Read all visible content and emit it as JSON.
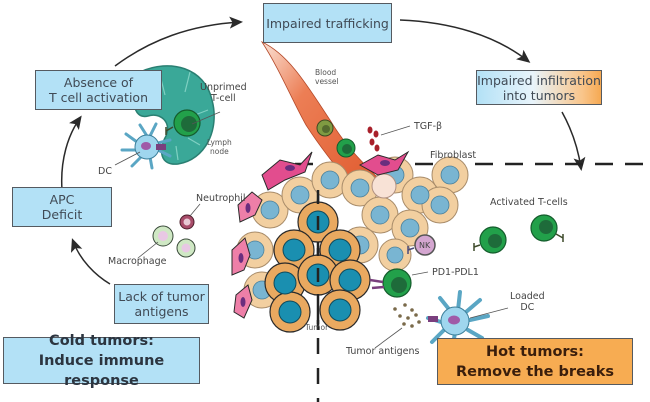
{
  "title": "Cold vs hot tumors: immune cycle breaks",
  "boxes": {
    "impaired_trafficking": "Impaired trafficking",
    "absence_line1": "Absence of",
    "absence_line2": "T cell activation",
    "infiltration_line1": "Impaired infiltration",
    "infiltration_line2": "into tumors",
    "apc_line1": "APC",
    "apc_line2": "Deficit",
    "lack_line1": "Lack of tumor",
    "lack_line2": "antigens",
    "cold_line1": "Cold tumors:",
    "cold_line2": "Induce immune response",
    "hot_line1": "Hot tumors:",
    "hot_line2": "Remove the breaks"
  },
  "labels": {
    "unprimed_line1": "Unprimed",
    "unprimed_line2": "T-cell",
    "lymph_line1": "Lymph",
    "lymph_line2": "node",
    "dc": "DC",
    "blood_line1": "Blood",
    "blood_line2": "vessel",
    "tgf": "TGF-β",
    "fibroblast": "Fibroblast",
    "neutrophil": "Neutrophil",
    "macrophage": "Macrophage",
    "activated": "Activated T-cells",
    "nk": "NK",
    "pd1": "PD1-PDL1",
    "loaded_line1": "Loaded",
    "loaded_line2": "DC",
    "tumor": "Tumor",
    "tumor_antigens": "Tumor antigens"
  },
  "colors": {
    "cold_box": "#b3e1f6",
    "hot_box": "#f7ac52",
    "lymph_node": "#3aa898",
    "t_cell": "#22a04a",
    "t_cell_nucleus": "#1e6b3a",
    "blood_vessel": "#e4643a",
    "fibroblast": "#e24d8e",
    "tumor_cell": "#e9a960",
    "tumor_nucleus": "#1a8fb0",
    "stroma_cell": "#f2cfa0",
    "stroma_nucleus": "#79b5d2",
    "dc": "#9fd6ee",
    "nk": "#d4a6d0"
  }
}
